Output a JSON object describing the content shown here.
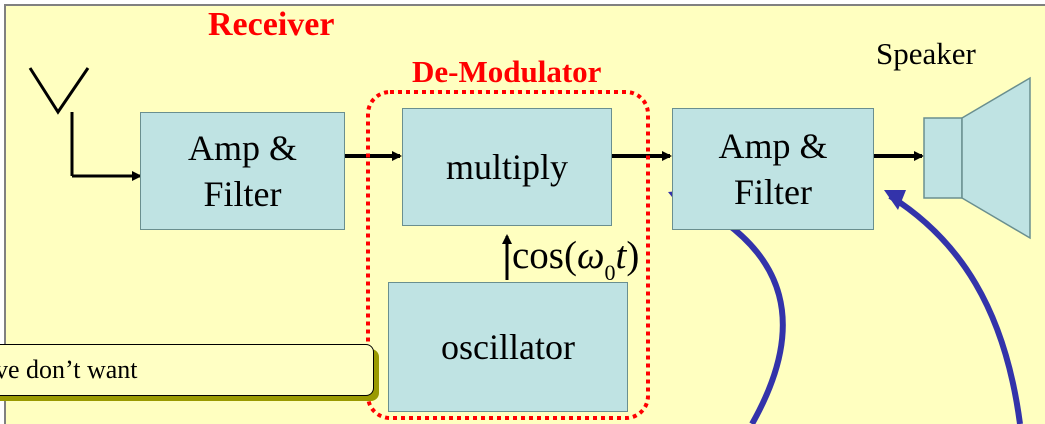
{
  "titles": {
    "receiver": "Receiver",
    "demodulator": "De-Modulator"
  },
  "blocks": {
    "amp_filter_1": {
      "line1": "Amp &",
      "line2": "Filter"
    },
    "multiply": {
      "label": "multiply"
    },
    "amp_filter_2": {
      "line1": "Amp &",
      "line2": "Filter"
    },
    "oscillator": {
      "label": "oscillator"
    }
  },
  "speaker": {
    "label": "Speaker"
  },
  "signal": {
    "cos_prefix": "cos(",
    "omega": "ω",
    "subscript": "0",
    "t": "t",
    "close": ")"
  },
  "callout": {
    "text": "ve don’t want"
  },
  "colors": {
    "background": "#ffffc0",
    "block_fill": "#bfe3e3",
    "title_red": "#ff0000",
    "curve_blue": "#3333aa",
    "dotted_red": "#ff0000"
  },
  "icons": {
    "antenna": "antenna-icon",
    "speaker": "speaker-icon"
  }
}
